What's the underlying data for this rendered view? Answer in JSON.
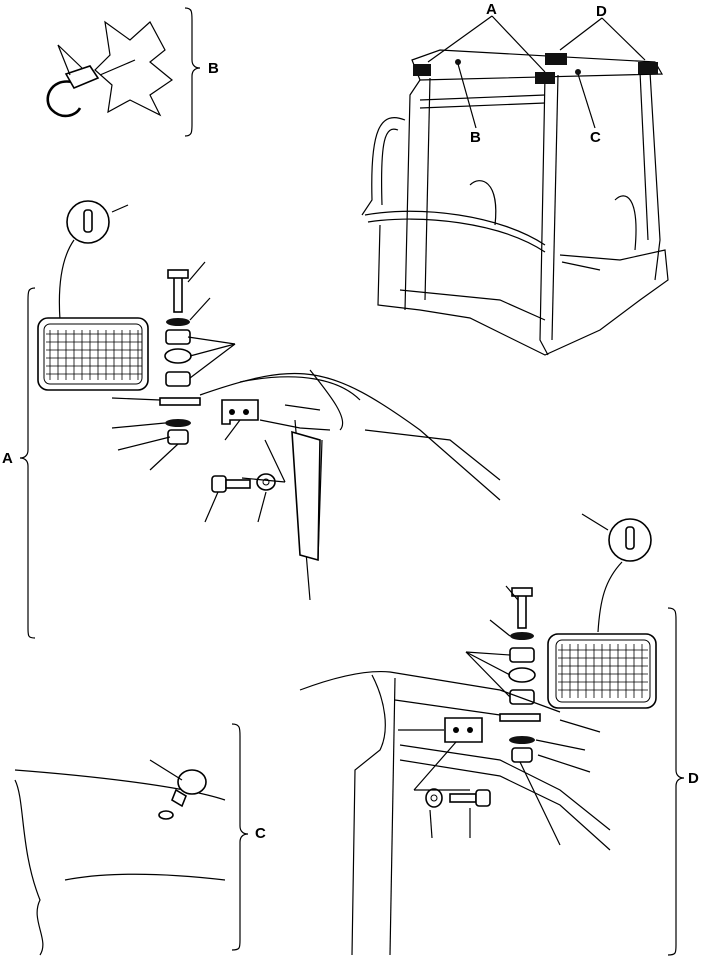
{
  "callouts": {
    "A": "A",
    "B": "B",
    "C": "C",
    "D": "D"
  },
  "sections": {
    "detail_B": "B",
    "detail_A": "A",
    "detail_C": "C",
    "detail_D": "D"
  },
  "colors": {
    "line": "#000000",
    "background": "#ffffff"
  }
}
